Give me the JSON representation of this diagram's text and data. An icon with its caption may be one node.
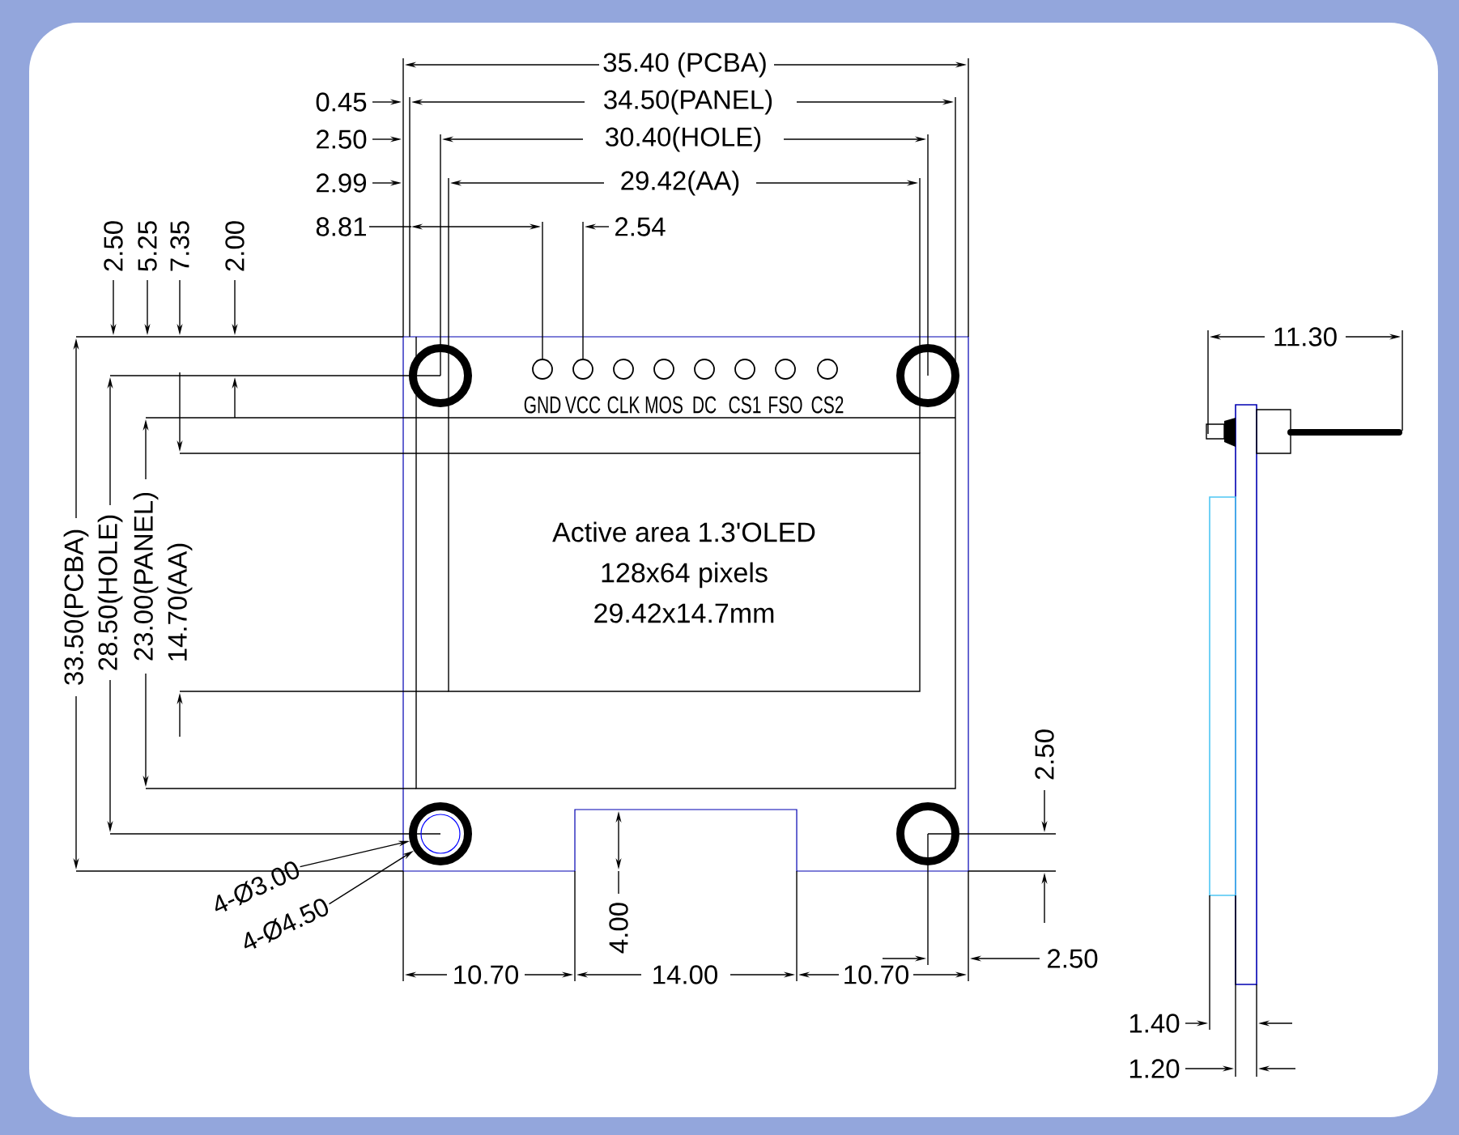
{
  "diagram": {
    "nodes": [
      {
        "text": [
          "Active area 1.3'OLED",
          "128x64 pixels",
          "29.42x14.7mm"
        ]
      },
      {
        "text": [
          "4-Ø3.00"
        ]
      },
      {
        "text": [
          "4-Ø4.50"
        ]
      },
      {
        "text": [],
        "shape": "circle"
      }
    ],
    "edges": [
      {
        "from": 1,
        "to": 3,
        "arrow": "to"
      },
      {
        "from": 2,
        "to": 3,
        "arrow": "to"
      }
    ],
    "labels": [
      "35.40 (PCBA)",
      "0.45",
      "34.50(PANEL)",
      "2.50",
      "30.40(HOLE)",
      "2.99",
      "29.42(AA)",
      "8.81",
      "2.54",
      "2.50",
      "5.25",
      "7.35",
      "2.00",
      "GND",
      "VCC",
      "CLK",
      "MOS",
      "DC",
      "CS1",
      "FSO",
      "CS2",
      "11.30",
      "33.50(PCBA)",
      "28.50(HOLE)",
      "23.00(PANEL)",
      "14.70(AA)",
      "2.50",
      "4.00",
      "10.70",
      "14.00",
      "10.70",
      "2.50",
      "1.40",
      "1.20"
    ]
  }
}
